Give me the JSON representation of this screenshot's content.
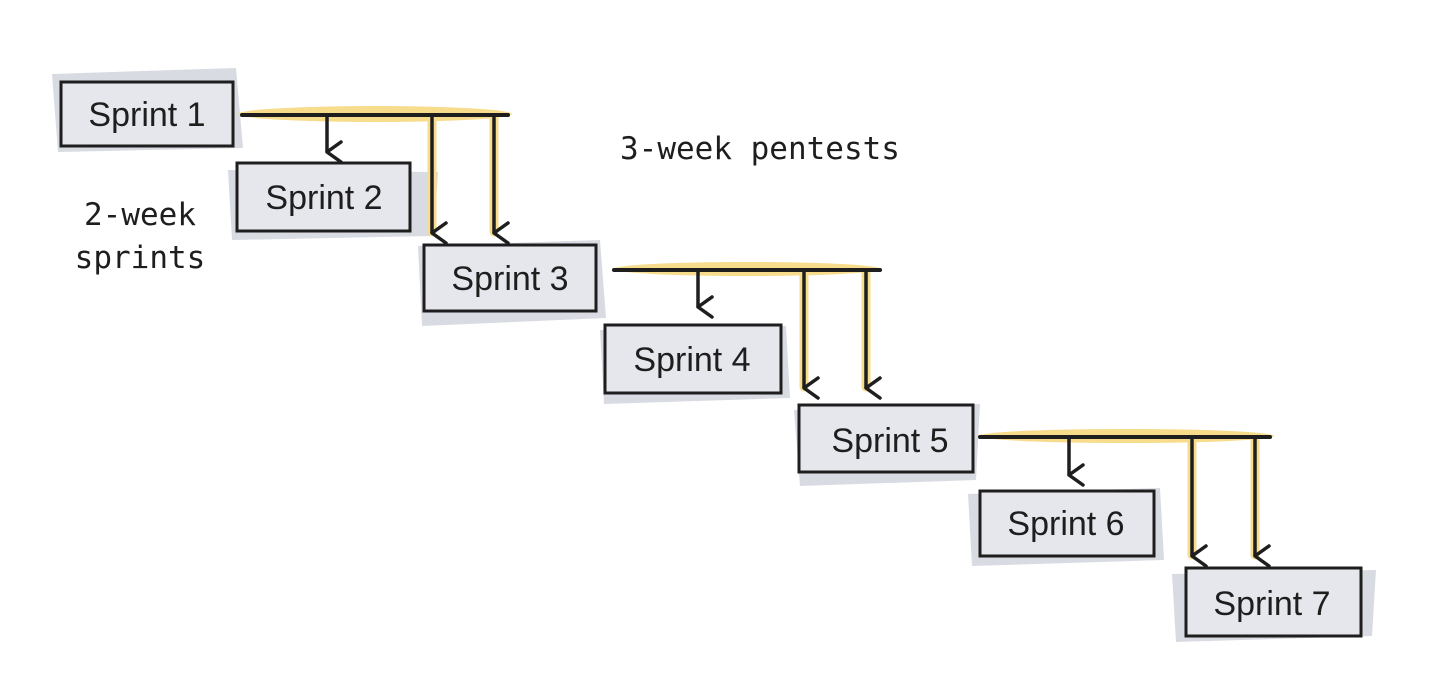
{
  "sprints": [
    {
      "label": "Sprint 1"
    },
    {
      "label": "Sprint 2"
    },
    {
      "label": "Sprint 3"
    },
    {
      "label": "Sprint 4"
    },
    {
      "label": "Sprint 5"
    },
    {
      "label": "Sprint 6"
    },
    {
      "label": "Sprint 7"
    }
  ],
  "notes": {
    "sprint_length": [
      "2-week",
      "sprints"
    ],
    "pentest_length": "3-week pentests"
  },
  "colors": {
    "box_fill": "#e6e7ec",
    "smudge": "#d9dbe3",
    "stroke": "#1e1e1e",
    "highlight": "#f7dc8c"
  }
}
